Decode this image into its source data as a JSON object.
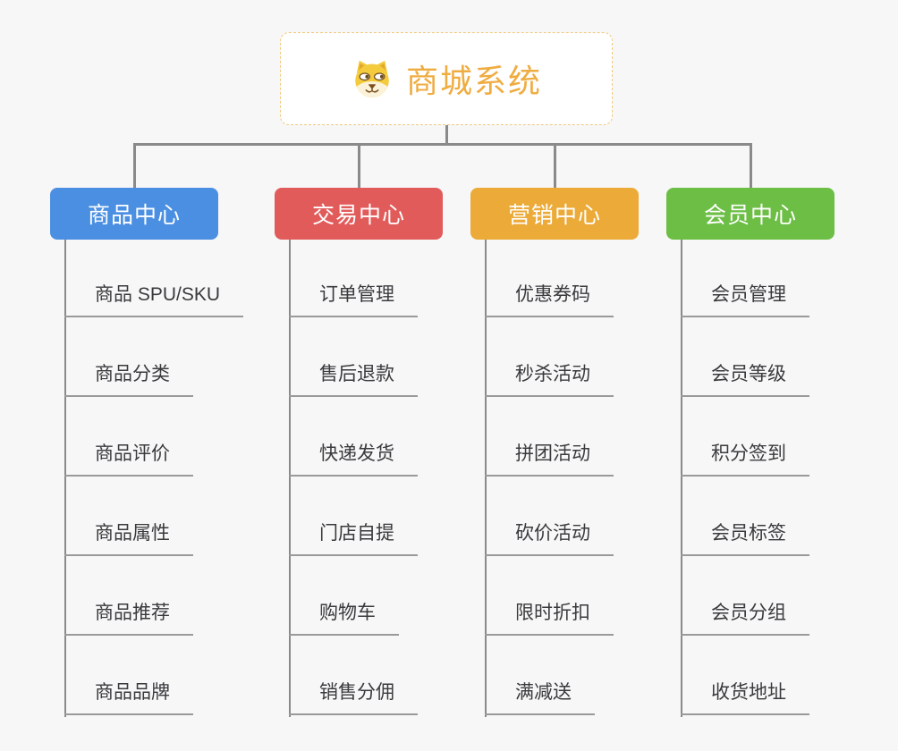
{
  "root": {
    "title": "商城系统",
    "icon": "dog-face-icon",
    "title_color": "#EFAC41",
    "border_color": "#F0C87E"
  },
  "branches": [
    {
      "label": "商品中心",
      "color": "#4B8FE2",
      "children": [
        "商品 SPU/SKU",
        "商品分类",
        "商品评价",
        "商品属性",
        "商品推荐",
        "商品品牌"
      ]
    },
    {
      "label": "交易中心",
      "color": "#E25B5B",
      "children": [
        "订单管理",
        "售后退款",
        "快递发货",
        "门店自提",
        "购物车",
        "销售分佣"
      ]
    },
    {
      "label": "营销中心",
      "color": "#ECAA38",
      "children": [
        "优惠券码",
        "秒杀活动",
        "拼团活动",
        "砍价活动",
        "限时折扣",
        "满减送"
      ]
    },
    {
      "label": "会员中心",
      "color": "#6CBE45",
      "children": [
        "会员管理",
        "会员等级",
        "积分签到",
        "会员标签",
        "会员分组",
        "收货地址"
      ]
    }
  ],
  "colors": {
    "background": "#F7F7F7",
    "connector": "#8A8A8A",
    "leaf_underline": "#9A9A9A",
    "leaf_text": "#3A3A3E",
    "branch_text": "#FFFFFF",
    "root_background": "#FFFFFF"
  }
}
